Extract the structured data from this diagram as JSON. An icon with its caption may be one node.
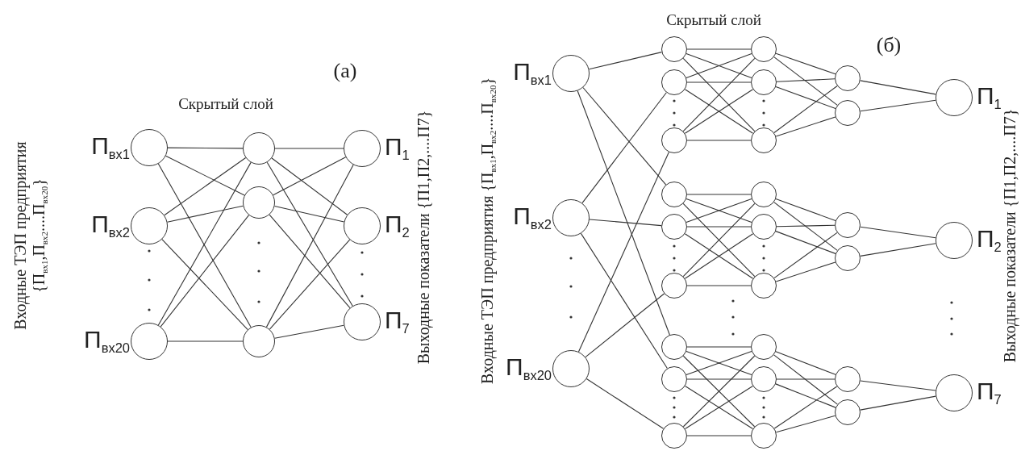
{
  "diagram": {
    "nodes": [
      {
        "text": [],
        "shape": "circle",
        "beside": [
          "П$_{вх1}$"
        ]
      },
      {
        "text": [],
        "shape": "circle",
        "beside": [
          "П$_{вх2}$"
        ]
      },
      {
        "text": [],
        "shape": "circle",
        "beside": [
          "П$_{вх20}$"
        ]
      },
      {
        "text": [],
        "shape": "circle"
      },
      {
        "text": [],
        "shape": "circle"
      },
      {
        "text": [],
        "shape": "circle"
      },
      {
        "text": [],
        "shape": "circle",
        "beside": [
          "П$_{1}$"
        ]
      },
      {
        "text": [],
        "shape": "circle",
        "beside": [
          "П$_{2}$"
        ]
      },
      {
        "text": [],
        "shape": "circle",
        "beside": [
          "П$_{7}$"
        ]
      },
      {
        "text": [],
        "shape": "circle",
        "beside": [
          "П$_{вх1}$"
        ]
      },
      {
        "text": [],
        "shape": "circle",
        "beside": [
          "П$_{вх2}$"
        ]
      },
      {
        "text": [],
        "shape": "circle",
        "beside": [
          "П$_{вх20}$"
        ]
      },
      {
        "text": [],
        "shape": "circle"
      },
      {
        "text": [],
        "shape": "circle"
      },
      {
        "text": [],
        "shape": "circle"
      },
      {
        "text": [],
        "shape": "circle"
      },
      {
        "text": [],
        "shape": "circle"
      },
      {
        "text": [],
        "shape": "circle"
      },
      {
        "text": [],
        "shape": "circle"
      },
      {
        "text": [],
        "shape": "circle"
      },
      {
        "text": [],
        "shape": "circle"
      },
      {
        "text": [],
        "shape": "circle"
      },
      {
        "text": [],
        "shape": "circle"
      },
      {
        "text": [],
        "shape": "circle"
      },
      {
        "text": [],
        "shape": "circle"
      },
      {
        "text": [],
        "shape": "circle"
      },
      {
        "text": [],
        "shape": "circle"
      },
      {
        "text": [],
        "shape": "circle"
      },
      {
        "text": [],
        "shape": "circle"
      },
      {
        "text": [],
        "shape": "circle"
      },
      {
        "text": [],
        "shape": "circle"
      },
      {
        "text": [],
        "shape": "circle"
      },
      {
        "text": [],
        "shape": "circle"
      },
      {
        "text": [],
        "shape": "circle"
      },
      {
        "text": [],
        "shape": "circle"
      },
      {
        "text": [],
        "shape": "circle"
      },
      {
        "text": [],
        "shape": "circle",
        "beside": [
          "П$_{1}$"
        ]
      },
      {
        "text": [],
        "shape": "circle",
        "beside": [
          "П$_{2}$"
        ]
      },
      {
        "text": [],
        "shape": "circle",
        "beside": [
          "П$_{7}$"
        ]
      }
    ],
    "edges": [
      {
        "from": 0,
        "to": 3,
        "arrow": "none"
      },
      {
        "from": 0,
        "to": 4,
        "arrow": "none"
      },
      {
        "from": 0,
        "to": 5,
        "arrow": "none"
      },
      {
        "from": 1,
        "to": 3,
        "arrow": "none"
      },
      {
        "from": 1,
        "to": 4,
        "arrow": "none"
      },
      {
        "from": 1,
        "to": 5,
        "arrow": "none"
      },
      {
        "from": 2,
        "to": 3,
        "arrow": "none"
      },
      {
        "from": 2,
        "to": 4,
        "arrow": "none"
      },
      {
        "from": 2,
        "to": 5,
        "arrow": "none"
      },
      {
        "from": 3,
        "to": 6,
        "arrow": "none"
      },
      {
        "from": 3,
        "to": 7,
        "arrow": "none"
      },
      {
        "from": 3,
        "to": 8,
        "arrow": "none"
      },
      {
        "from": 4,
        "to": 6,
        "arrow": "none"
      },
      {
        "from": 4,
        "to": 7,
        "arrow": "none"
      },
      {
        "from": 4,
        "to": 8,
        "arrow": "none"
      },
      {
        "from": 5,
        "to": 6,
        "arrow": "none"
      },
      {
        "from": 5,
        "to": 7,
        "arrow": "none"
      },
      {
        "from": 5,
        "to": 8,
        "arrow": "none"
      },
      {
        "from": 9,
        "to": 12,
        "arrow": "none"
      },
      {
        "from": 9,
        "to": 15,
        "arrow": "none"
      },
      {
        "from": 9,
        "to": 18,
        "arrow": "none"
      },
      {
        "from": 10,
        "to": 13,
        "arrow": "none"
      },
      {
        "from": 10,
        "to": 16,
        "arrow": "none"
      },
      {
        "from": 10,
        "to": 19,
        "arrow": "none"
      },
      {
        "from": 11,
        "to": 14,
        "arrow": "none"
      },
      {
        "from": 11,
        "to": 17,
        "arrow": "none"
      },
      {
        "from": 11,
        "to": 20,
        "arrow": "none"
      },
      {
        "from": 12,
        "to": 21,
        "arrow": "none"
      },
      {
        "from": 12,
        "to": 22,
        "arrow": "none"
      },
      {
        "from": 12,
        "to": 23,
        "arrow": "none"
      },
      {
        "from": 13,
        "to": 21,
        "arrow": "none"
      },
      {
        "from": 13,
        "to": 22,
        "arrow": "none"
      },
      {
        "from": 13,
        "to": 23,
        "arrow": "none"
      },
      {
        "from": 14,
        "to": 21,
        "arrow": "none"
      },
      {
        "from": 14,
        "to": 22,
        "arrow": "none"
      },
      {
        "from": 14,
        "to": 23,
        "arrow": "none"
      },
      {
        "from": 15,
        "to": 24,
        "arrow": "none"
      },
      {
        "from": 15,
        "to": 25,
        "arrow": "none"
      },
      {
        "from": 15,
        "to": 26,
        "arrow": "none"
      },
      {
        "from": 16,
        "to": 24,
        "arrow": "none"
      },
      {
        "from": 16,
        "to": 25,
        "arrow": "none"
      },
      {
        "from": 16,
        "to": 26,
        "arrow": "none"
      },
      {
        "from": 17,
        "to": 24,
        "arrow": "none"
      },
      {
        "from": 17,
        "to": 25,
        "arrow": "none"
      },
      {
        "from": 17,
        "to": 26,
        "arrow": "none"
      },
      {
        "from": 18,
        "to": 27,
        "arrow": "none"
      },
      {
        "from": 18,
        "to": 28,
        "arrow": "none"
      },
      {
        "from": 18,
        "to": 29,
        "arrow": "none"
      },
      {
        "from": 19,
        "to": 27,
        "arrow": "none"
      },
      {
        "from": 19,
        "to": 28,
        "arrow": "none"
      },
      {
        "from": 19,
        "to": 29,
        "arrow": "none"
      },
      {
        "from": 20,
        "to": 27,
        "arrow": "none"
      },
      {
        "from": 20,
        "to": 28,
        "arrow": "none"
      },
      {
        "from": 20,
        "to": 29,
        "arrow": "none"
      },
      {
        "from": 21,
        "to": 30,
        "arrow": "none"
      },
      {
        "from": 21,
        "to": 31,
        "arrow": "none"
      },
      {
        "from": 22,
        "to": 30,
        "arrow": "none"
      },
      {
        "from": 22,
        "to": 31,
        "arrow": "none"
      },
      {
        "from": 23,
        "to": 30,
        "arrow": "none"
      },
      {
        "from": 23,
        "to": 31,
        "arrow": "none"
      },
      {
        "from": 24,
        "to": 32,
        "arrow": "none"
      },
      {
        "from": 24,
        "to": 33,
        "arrow": "none"
      },
      {
        "from": 25,
        "to": 32,
        "arrow": "none"
      },
      {
        "from": 25,
        "to": 33,
        "arrow": "none"
      },
      {
        "from": 26,
        "to": 32,
        "arrow": "none"
      },
      {
        "from": 26,
        "to": 33,
        "arrow": "none"
      },
      {
        "from": 27,
        "to": 34,
        "arrow": "none"
      },
      {
        "from": 27,
        "to": 35,
        "arrow": "none"
      },
      {
        "from": 28,
        "to": 34,
        "arrow": "none"
      },
      {
        "from": 28,
        "to": 35,
        "arrow": "none"
      },
      {
        "from": 29,
        "to": 34,
        "arrow": "none"
      },
      {
        "from": 29,
        "to": 35,
        "arrow": "none"
      },
      {
        "from": 30,
        "to": 36,
        "arrow": "none"
      },
      {
        "from": 31,
        "to": 36,
        "arrow": "none"
      },
      {
        "from": 32,
        "to": 37,
        "arrow": "none"
      },
      {
        "from": 33,
        "to": 37,
        "arrow": "none"
      },
      {
        "from": 34,
        "to": 38,
        "arrow": "none"
      },
      {
        "from": 35,
        "to": 38,
        "arrow": "none"
      }
    ],
    "labels": [
      "(а)",
      "Скрытый слой",
      "Входные ТЭП предприятия {П$_{вх1}$,П$_{вх2}$....П$_{вх20}$}",
      "Выходные показатели {П1,П2,....П7}",
      "Скрытый слой",
      "(б)",
      "Входные ТЭП предприятия {П$_{вх1}$,П$_{вх2}$....П$_{вх20}$}",
      "Выходные показатели {П1,П2,....П7}"
    ]
  }
}
